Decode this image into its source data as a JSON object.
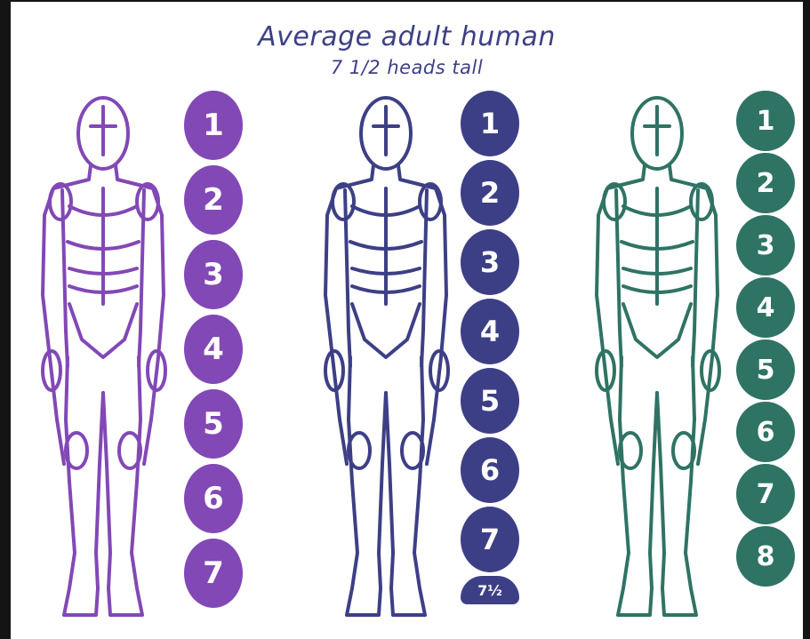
{
  "title": "Average adult human",
  "subtitle": "7 1/2 heads tall",
  "colors": {
    "purple": "#8248b6",
    "navy": "#3d3f86",
    "teal": "#2f7364"
  },
  "columns": [
    {
      "color": "purple",
      "labels": [
        "1",
        "2",
        "3",
        "4",
        "5",
        "6",
        "7"
      ]
    },
    {
      "color": "navy",
      "labels": [
        "1",
        "2",
        "3",
        "4",
        "5",
        "6",
        "7",
        "7½"
      ]
    },
    {
      "color": "teal",
      "labels": [
        "1",
        "2",
        "3",
        "4",
        "5",
        "6",
        "7",
        "8"
      ]
    }
  ]
}
